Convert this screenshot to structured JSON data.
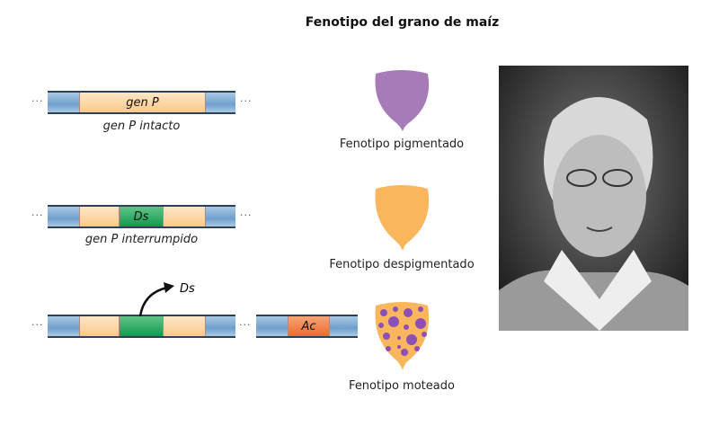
{
  "title": "Fenotipo del grano de maíz",
  "rows": [
    {
      "gene_label": "gen P",
      "caption": "gen P intacto",
      "phenotype": "Fenotipo pigmentado",
      "kernel_color": "#a77bb7"
    },
    {
      "gene_label": "Ds",
      "caption": "gen P interrumpido",
      "phenotype": "Fenotipo despigmentado",
      "kernel_color": "#f9b65d"
    },
    {
      "arrow_label": "Ds",
      "ac_label": "Ac",
      "phenotype": "Fenotipo moteado",
      "kernel_color": "#f9b65d",
      "spot_color": "#8e4fb5"
    }
  ],
  "ellipsis": "···",
  "colors": {
    "blue": "#6f9fcd",
    "orange": "#fbc98a",
    "green": "#139a4f",
    "red": "#ee6a2c"
  }
}
